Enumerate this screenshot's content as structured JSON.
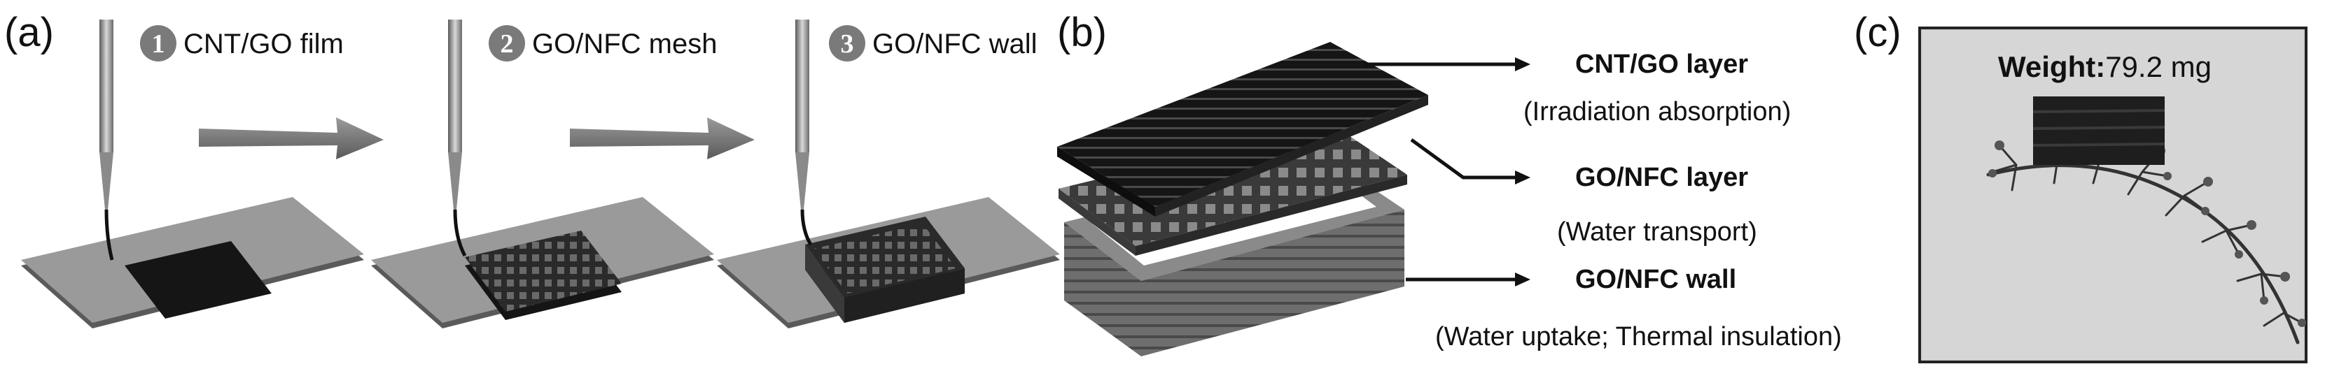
{
  "panels": {
    "a": {
      "letter": "(a)",
      "steps": [
        {
          "number": "1",
          "label": "CNT/GO film"
        },
        {
          "number": "2",
          "label": "GO/NFC mesh"
        },
        {
          "number": "3",
          "label": "GO/NFC wall"
        }
      ]
    },
    "b": {
      "letter": "(b)",
      "layers": [
        {
          "title": "CNT/GO  layer",
          "subtitle": "(Irradiation absorption)"
        },
        {
          "title": "GO/NFC  layer",
          "subtitle": "(Water transport)"
        },
        {
          "title": "GO/NFC  wall",
          "subtitle": "(Water uptake; Thermal insulation)"
        }
      ]
    },
    "c": {
      "letter": "(c)",
      "weight_label": "Weight:",
      "weight_value": "79.2 mg"
    }
  },
  "colors": {
    "substrate_top": "#9a9a9a",
    "substrate_side": "#5a5a5a",
    "badge": "#7a7a7a",
    "dark_layer": "#1c1c1c",
    "photo_bg": "#cfcfcf"
  }
}
